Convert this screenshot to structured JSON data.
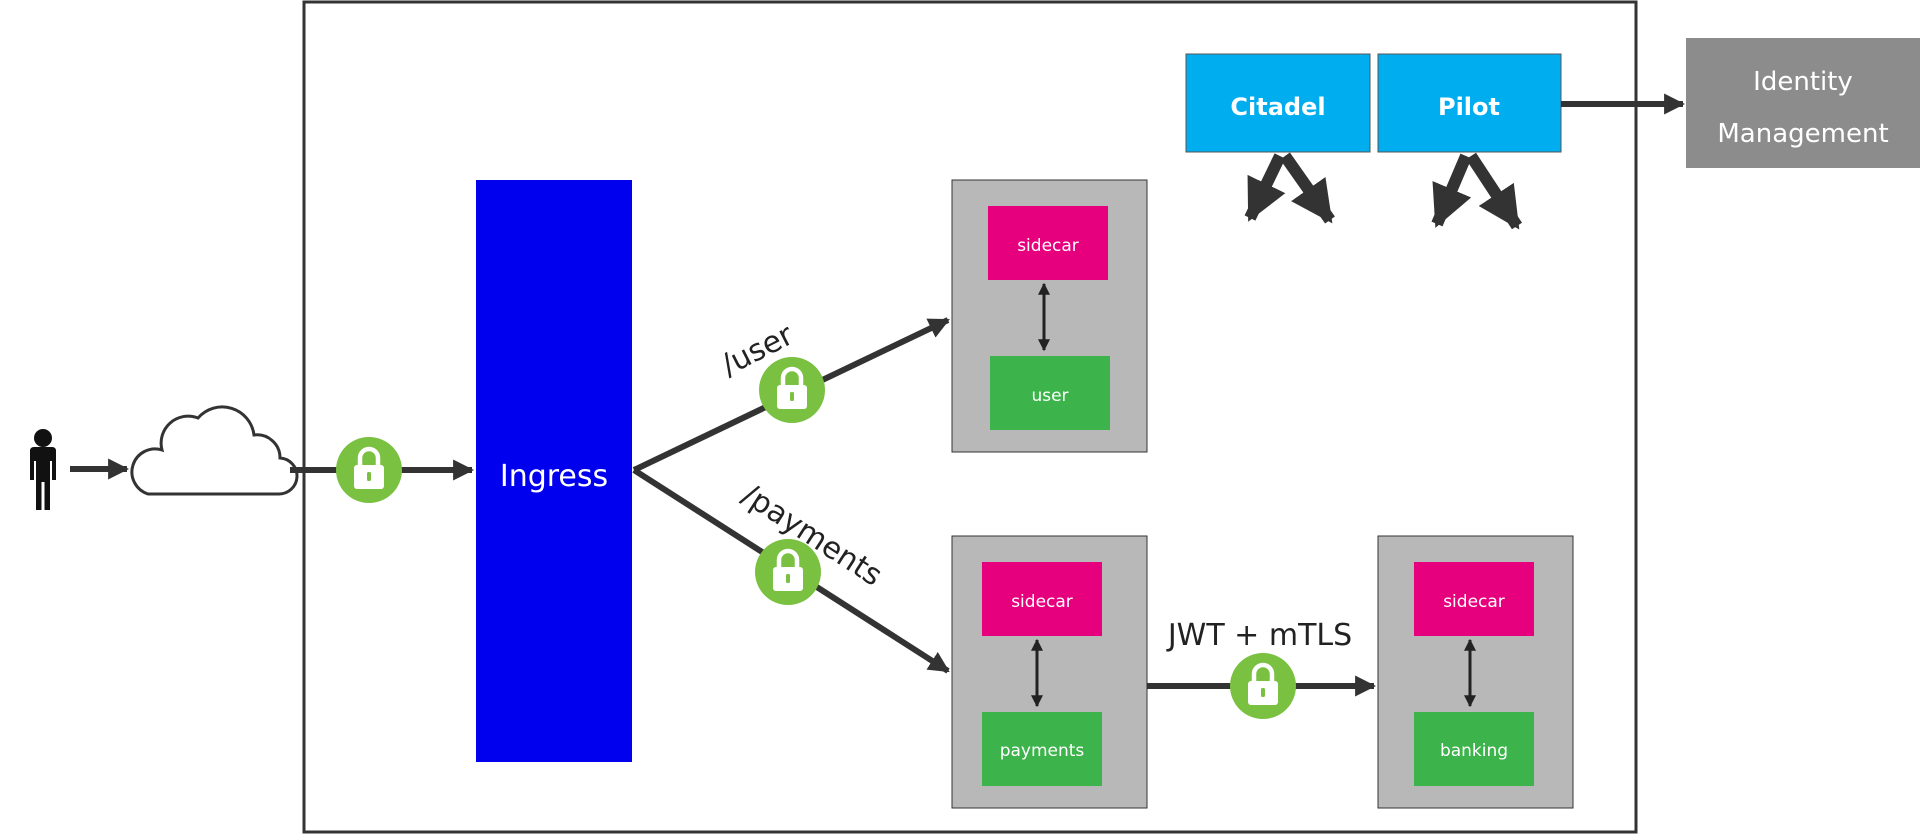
{
  "labels": {
    "ingress": "Ingress",
    "citadel": "Citadel",
    "pilot": "Pilot",
    "identity_line1": "Identity",
    "identity_line2": "Management",
    "route_user": "/user",
    "route_payments": "/payments",
    "jwt_mtls": "JWT + mTLS"
  },
  "services": {
    "user": {
      "sidecar": "sidecar",
      "app": "user"
    },
    "payments": {
      "sidecar": "sidecar",
      "app": "payments"
    },
    "banking": {
      "sidecar": "sidecar",
      "app": "banking"
    }
  },
  "icons": {
    "person": "person-icon",
    "cloud": "cloud-icon",
    "lock": "lock-icon"
  },
  "colors": {
    "ingress": "#0000ee",
    "control_plane": "#00aeef",
    "identity": "#8c8c8c",
    "pod": "#b8b8b8",
    "sidecar": "#e6007e",
    "app": "#3cb44b",
    "lock": "#7ac142",
    "arrow": "#333333"
  }
}
